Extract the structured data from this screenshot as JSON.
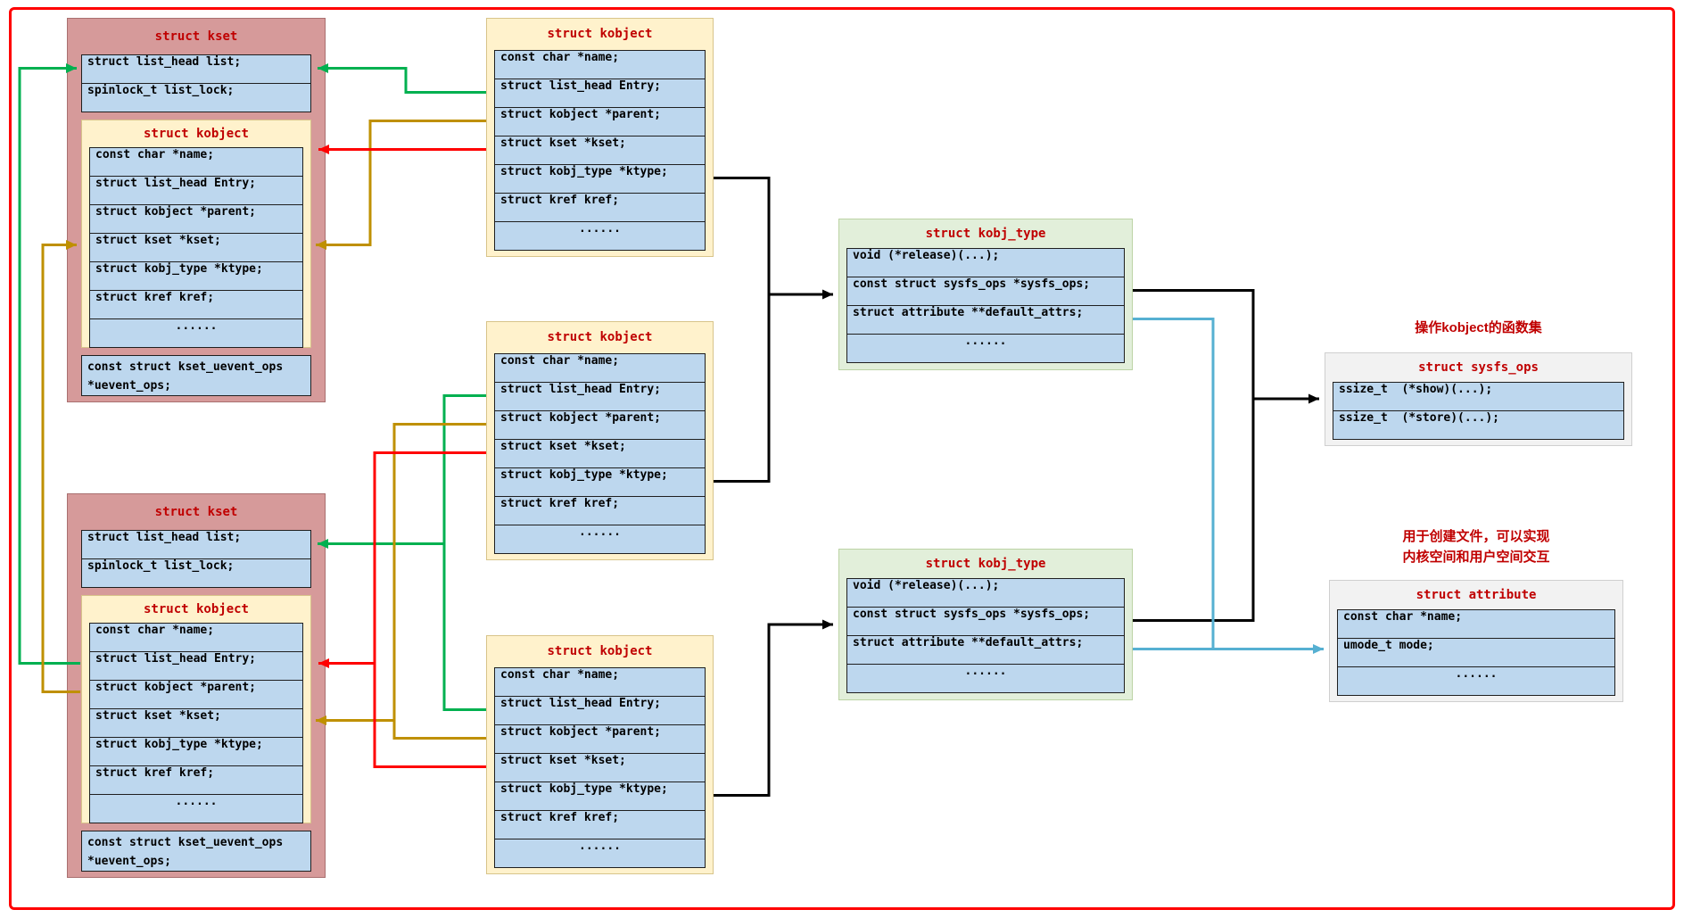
{
  "colors": {
    "frame": "#ff0000",
    "title_red": "#c00000",
    "row_fill": "#bdd7ee",
    "kset_fill": "#d69a9a",
    "kobject_fill": "#fff2cc",
    "kobj_type_fill": "#e2efda",
    "gray_fill": "#f2f2f2",
    "arrow_green": "#00b050",
    "arrow_gold": "#bf9000",
    "arrow_red": "#ff0000",
    "arrow_black": "#000000",
    "arrow_blue": "#56b0d2"
  },
  "structs": {
    "kset": {
      "title": "struct kset",
      "fields": [
        "struct list_head list;",
        "spinlock_t list_lock;"
      ],
      "uevent_field": "const struct kset_uevent_ops *uevent_ops;"
    },
    "kobject": {
      "title": "struct kobject",
      "fields": [
        "const char *name;",
        "struct list_head Entry;",
        "struct kobject *parent;",
        "struct kset *kset;",
        "struct kobj_type *ktype;",
        "struct kref kref;",
        "......"
      ]
    },
    "kobj_type": {
      "title": "struct kobj_type",
      "fields": [
        "void (*release)(...);",
        "const struct sysfs_ops *sysfs_ops;",
        "struct attribute **default_attrs;",
        "......"
      ]
    },
    "sysfs_ops": {
      "title": "struct sysfs_ops",
      "fields": [
        "ssize_t  (*show)(...);",
        "ssize_t  (*store)(...);"
      ]
    },
    "attribute": {
      "title": "struct attribute",
      "fields": [
        "const char *name;",
        "umode_t mode;",
        "......"
      ]
    }
  },
  "annotations": {
    "sysfs_ops_note": "操作kobject的函数集",
    "attribute_note_line1": "用于创建文件，可以实现",
    "attribute_note_line2": "内核空间和用户空间交互"
  }
}
